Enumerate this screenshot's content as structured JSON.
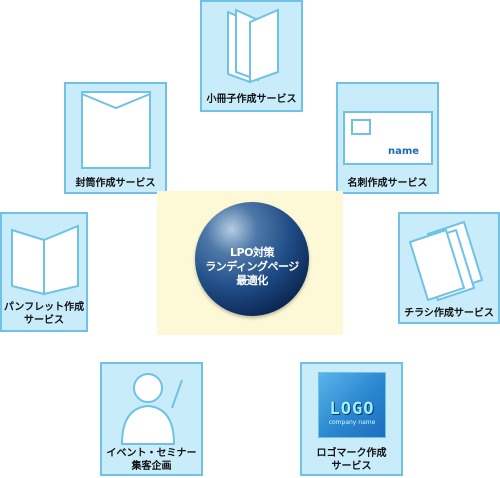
{
  "center": {
    "line1": "LPO対策",
    "line2": "ランディングページ",
    "line3": "最適化"
  },
  "services": {
    "booklet": "小冊子作成サービス",
    "envelope": "封筒作成サービス",
    "business_card": "名刺作成サービス",
    "business_card_text": "name",
    "pamphlet_line1": "パンフレット作成",
    "pamphlet_line2": "サービス",
    "flyer": "チラシ作成サービス",
    "event_line1": "イベント・セミナー",
    "event_line2": "集客企画",
    "logo_line1": "ロゴマーク作成",
    "logo_line2": "サービス",
    "logo_text": "LOGO",
    "logo_subtext": "company name"
  },
  "colors": {
    "card_fill": "#c9ecfb",
    "card_border": "#6fc2e6",
    "icon_stroke": "#6fc2e6",
    "center_bg": "#fdf8d6",
    "sphere": "#1f4b85"
  }
}
